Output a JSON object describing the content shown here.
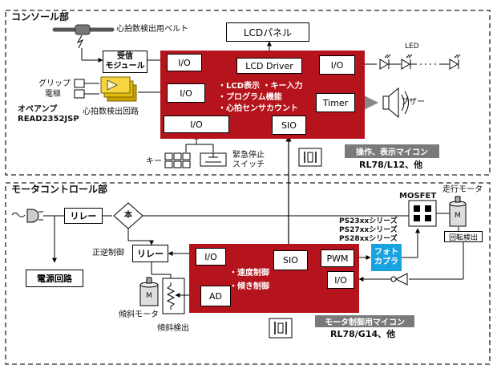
{
  "console": {
    "section_title": "コンソール部",
    "belt_label": "心拍数検出用ベルト",
    "receiver_line1": "受信",
    "receiver_line2": "モジュール",
    "grip_label": "グリップ",
    "electrode_label": "電極",
    "opamp_title": "オペアンプ",
    "opamp_part": "READ2352JSP",
    "hr_circuit_label": "心拍数検出回路",
    "io_label": "I/O",
    "lcd_driver": "LCD Driver",
    "timer": "Timer",
    "sio": "SIO",
    "lcd_panel": "LCDパネル",
    "led_label": "LED",
    "buzzer_label": "ブザー",
    "key_label": "キー",
    "estop_line1": "緊急停止",
    "estop_line2": "スイッチ",
    "features": [
      "・LCD表示 ・キー入力",
      "・プログラム機能",
      "・心拍センサカウント"
    ],
    "mcu_role": "操作、表示マイコン",
    "mcu_part": "RL78/L12、他"
  },
  "motor": {
    "section_title": "モータコントロール部",
    "relay": "リレー",
    "bridge_label": "本",
    "power_circuit": "電源回路",
    "fwd_rev_label": "正逆制御",
    "tilt_motor_label": "傾斜モータ",
    "tilt_detect_label": "傾斜検出",
    "motor_symbol": "M",
    "io_label": "I/O",
    "ad_label": "AD",
    "sio": "SIO",
    "pwm": "PWM",
    "photocoupler_line1": "フォト",
    "photocoupler_line2": "カプラ",
    "mosfet_label": "MOSFET",
    "run_motor_label": "走行モータ",
    "rotation_detect_label": "回転検出",
    "ps_series": [
      "PS23xxシリーズ",
      "PS27xxシリーズ",
      "PS28xxシリーズ"
    ],
    "features": [
      "・速度制御",
      "・傾き制御"
    ],
    "mcu_role": "モータ制御用マイコン",
    "mcu_part": "RL78/G14、他"
  },
  "colors": {
    "mcu_red": "#b5141c",
    "label_grey": "#7a7a7a",
    "photocoupler_blue": "#19a2e0",
    "opamp_yellow": "#d9b800"
  }
}
